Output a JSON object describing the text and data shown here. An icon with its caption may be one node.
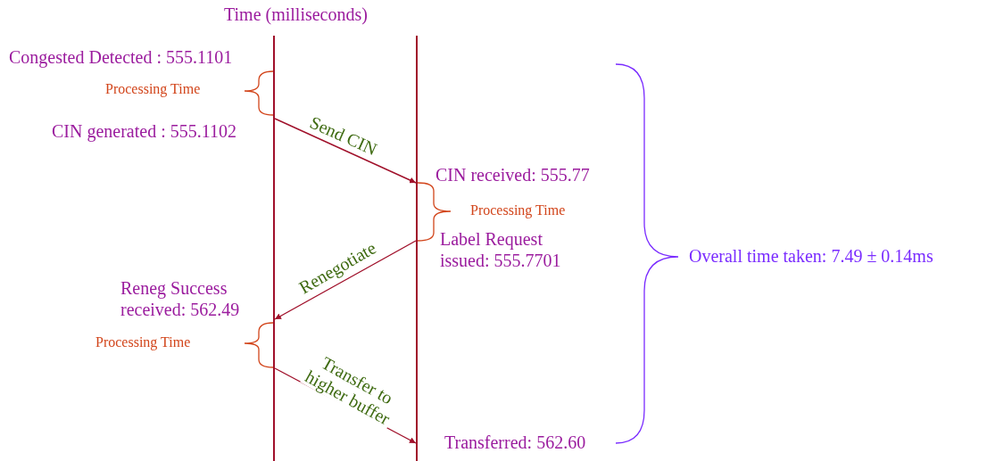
{
  "diagram": {
    "title": "Time (milliseconds)",
    "nodes": [
      {
        "text": [],
        "shape": "bar"
      },
      {
        "text": [],
        "shape": "bar"
      }
    ],
    "edges": [
      {
        "from": 0,
        "to": 1,
        "arrow": "to",
        "label": "Send CIN"
      },
      {
        "from": 1,
        "to": 0,
        "arrow": "to",
        "label": "Renegotiate"
      },
      {
        "from": 0,
        "to": 1,
        "arrow": "to",
        "label": "Transfer to higher buffer"
      }
    ],
    "labels": [
      "Congested Detected : 555.1101",
      "Processing Time",
      "CIN generated : 555.1102",
      "CIN received: 555.77",
      "Processing Time",
      "Label Request issued: 555.7701",
      "Overall time taken: 7.49 ± 0.14ms",
      "Reneg Success received: 562.49",
      "Processing Time",
      "Transferred: 562.60"
    ]
  }
}
